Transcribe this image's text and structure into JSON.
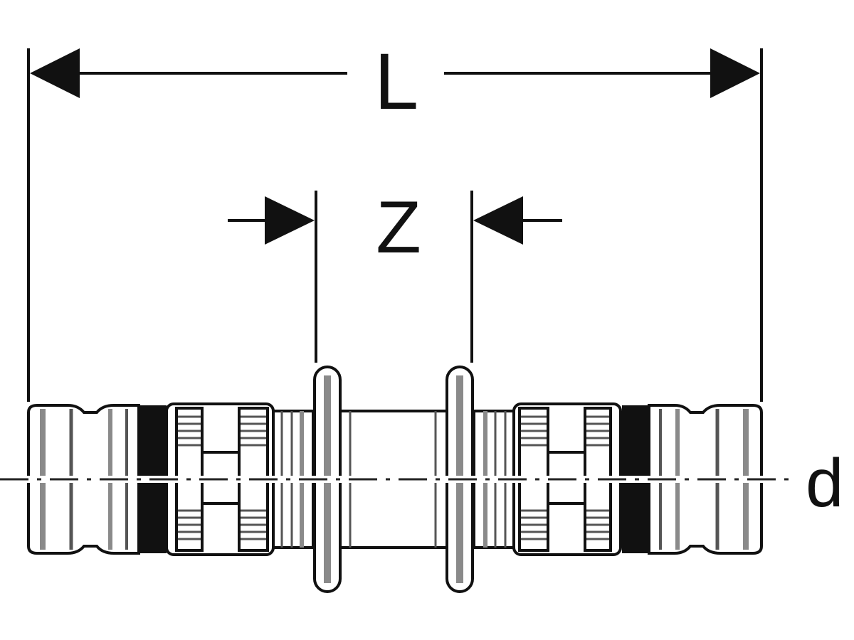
{
  "diagram": {
    "dimension_length_label": "L",
    "dimension_z_label": "Z",
    "diameter_label": "d",
    "colors": {
      "line": "#1a1a1a",
      "body_fill": "#ffffff",
      "shade": "#8a8a8a",
      "dark_band": "#111111"
    },
    "components": [
      "left-pipe-end",
      "left-seal-ring",
      "left-press-sleeve",
      "left-collar",
      "center-body",
      "right-collar",
      "right-press-sleeve",
      "right-seal-ring",
      "right-pipe-end"
    ]
  }
}
